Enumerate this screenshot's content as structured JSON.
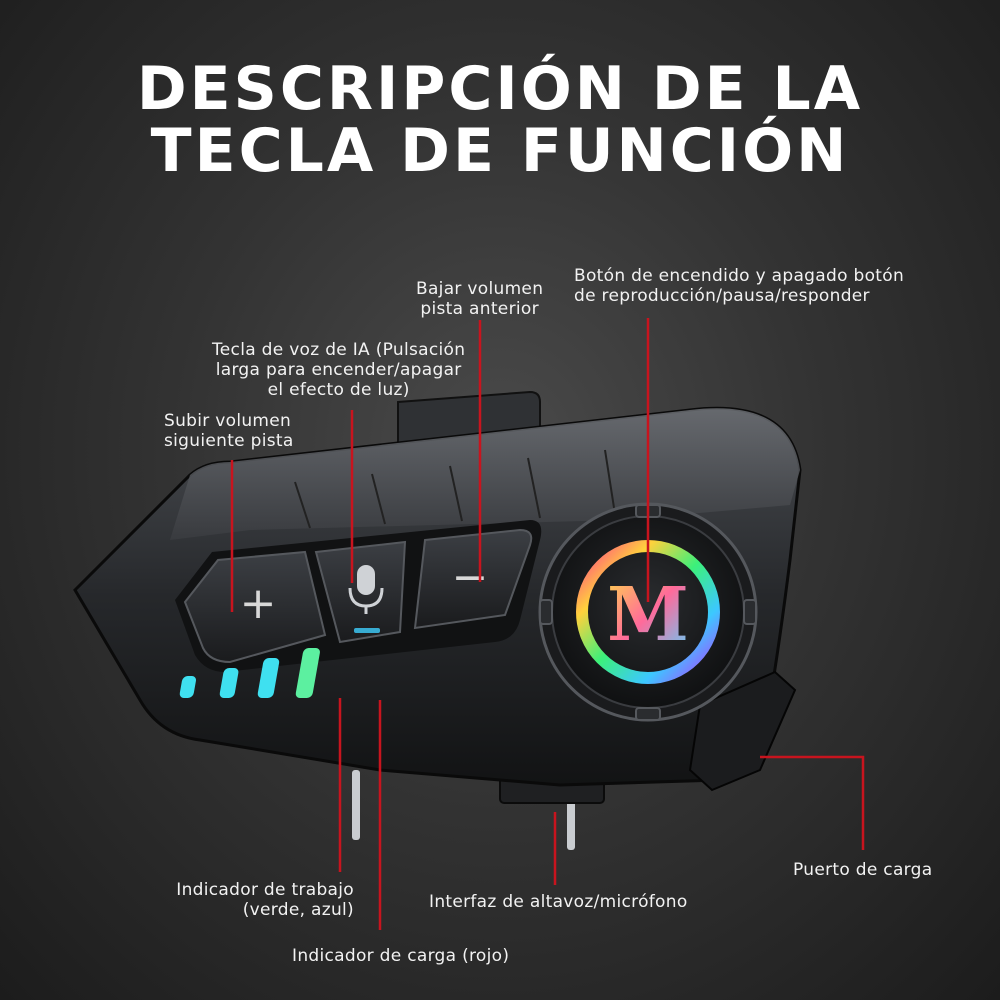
{
  "title": {
    "line1": "DESCRIPCIÓN DE LA",
    "line2": "TECLA DE FUNCIÓN"
  },
  "callouts": {
    "volume_down": {
      "line1": "Bajar volumen",
      "line2": "pista anterior"
    },
    "power": {
      "line1": "Botón de encendido y apagado botón",
      "line2": "de reproducción/pausa/responder"
    },
    "ai_voice": {
      "line1": "Tecla de voz de IA (Pulsación",
      "line2": "larga para encender/apagar",
      "line3": "el efecto de luz)"
    },
    "volume_up": {
      "line1": "Subir volumen",
      "line2": "siguiente pista"
    },
    "charging_port": {
      "line1": "Puerto de carga"
    },
    "work_indicator": {
      "line1": "Indicador de trabajo",
      "line2": "(verde, azul)"
    },
    "speaker_mic": {
      "line1": "Interfaz de altavoz/micrófono"
    },
    "charge_indicator": {
      "line1": "Indicador de carga (rojo)"
    }
  },
  "device": {
    "plus_symbol": "+",
    "minus_symbol": "−",
    "logo_letter": "M",
    "mic_icon": "microphone-icon"
  },
  "colors": {
    "callout_line": "#c8141e",
    "led_cyan": "#3fe0f0",
    "led_green": "#5cf0a0"
  }
}
